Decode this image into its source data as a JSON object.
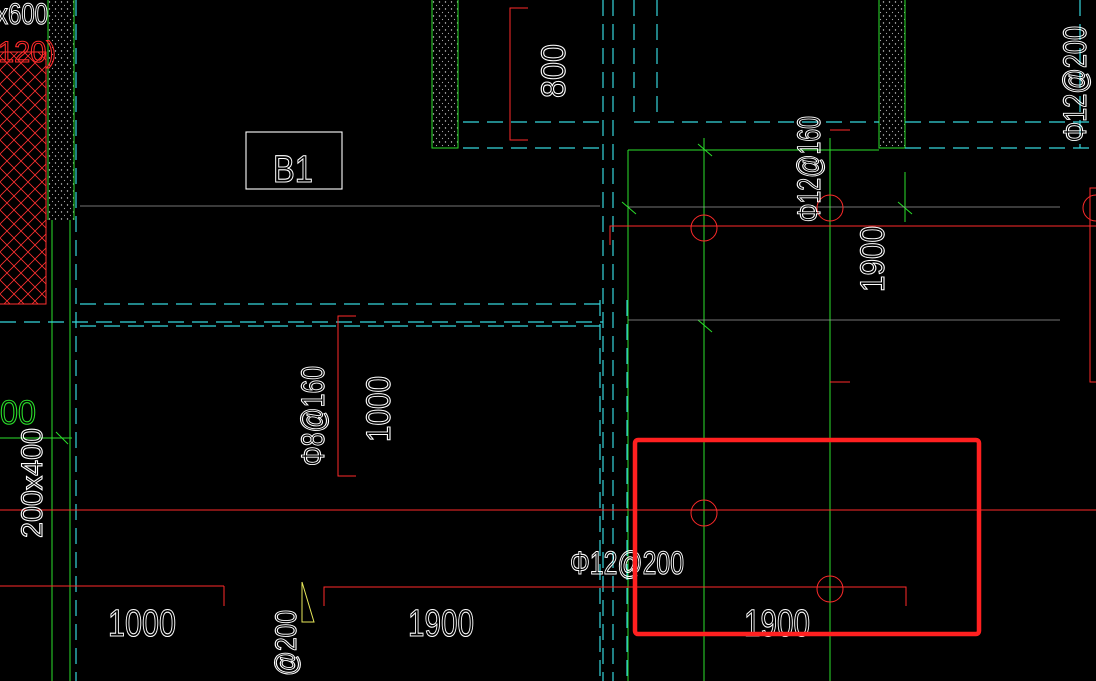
{
  "drawing": {
    "background": "#000000",
    "colors": {
      "axis": "#2be02b",
      "beam_dashed": "#35d6dd",
      "rebar": "#ff2a2a",
      "text_white": "#ffffff",
      "text_red": "#ff2a2a",
      "highlight": "#ff2020"
    },
    "labels": {
      "partial_top_left_dim": "x600",
      "partial_top_left_red": "120)",
      "slab_id": "B1",
      "dim_800": "800",
      "rebar_top_right": "Φ12@200",
      "rebar_mid_vertical": "Φ12@160",
      "dim_1900_vertical": "1900",
      "rebar_phi8": "Φ8@160",
      "dim_1000_vertical": "1000",
      "partial_left_green": "00",
      "beam_size_left": "200x400",
      "rebar_bottom": "Φ12@200",
      "dim_bottom_left": "1000",
      "dim_bottom_mid": "1900",
      "dim_bottom_right": "1900",
      "partial_bottom_rebar": "@200"
    }
  }
}
